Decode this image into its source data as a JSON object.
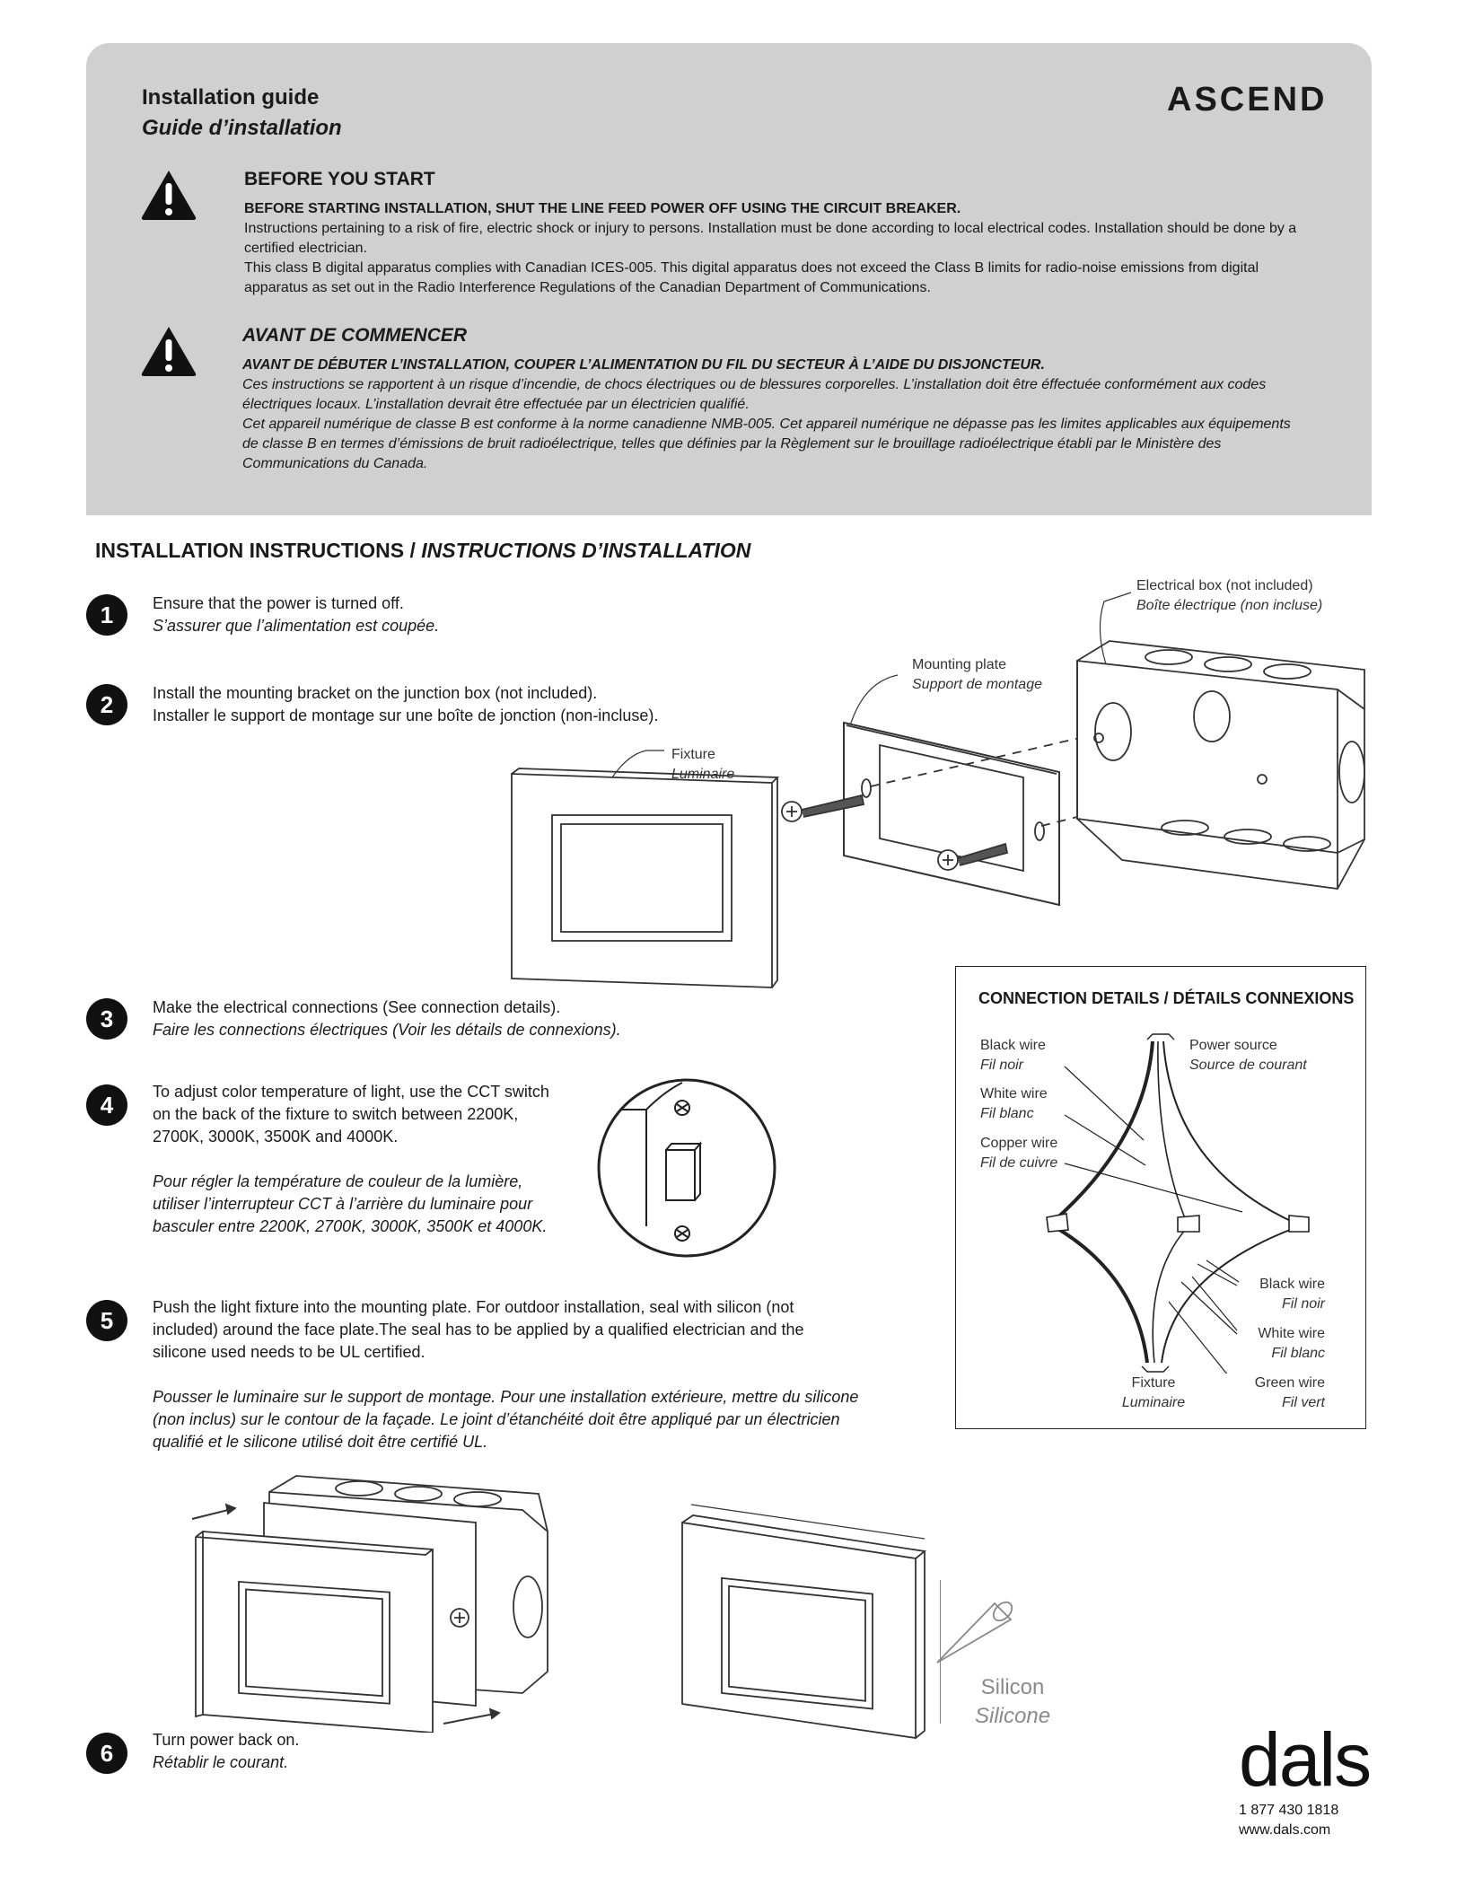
{
  "header": {
    "title": "Installation guide",
    "title_fr": "Guide d’installation",
    "brand": "ASCEND"
  },
  "before_start": {
    "heading": "BEFORE YOU START",
    "warning": "BEFORE STARTING INSTALLATION, SHUT THE LINE FEED POWER OFF USING THE CIRCUIT BREAKER.",
    "para1": "Instructions pertaining to a risk of fire, electric shock or injury to persons. Installation must be done according to local electrical codes. Installation should be done by a certified electrician.",
    "para2": "This class B digital apparatus complies with Canadian ICES-005. This digital apparatus does not exceed the Class B limits for radio-noise emissions from digital apparatus as set out in the Radio Interference Regulations of the Canadian Department of Communications."
  },
  "avant": {
    "heading": "AVANT DE COMMENCER",
    "warning": "AVANT DE DÉBUTER L’INSTALLATION, COUPER L’ALIMENTATION DU FIL DU SECTEUR À L’AIDE DU DISJONCTEUR.",
    "para1": "Ces instructions se rapportent à un risque d’incendie, de chocs électriques ou de blessures corporelles. L’installation doit être éffectuée conformément aux codes électriques locaux. L’installation devrait être effectuée par un électricien qualifié.",
    "para2": "Cet appareil numérique de classe B est conforme à la norme canadienne NMB-005. Cet appareil numérique ne dépasse pas les limites applicables aux équipements de classe B en termes d’émissions de bruit radioélectrique, telles que définies par la Règlement sur le brouillage radioélectrique établi par le Ministère des Communications du Canada."
  },
  "instructions": {
    "title_en": "INSTALLATION INSTRUCTIONS / ",
    "title_fr": "INSTRUCTIONS D’INSTALLATION",
    "steps": [
      {
        "num": "1",
        "en": "Ensure that the power is turned off.",
        "fr": "S’assurer que l’alimentation est coupée."
      },
      {
        "num": "2",
        "en": "Install the mounting bracket on the junction box (not included).",
        "fr": "Installer le support de montage sur une boîte de jonction (non-incluse)."
      },
      {
        "num": "3",
        "en": "Make the electrical connections (See connection details).",
        "fr": "Faire les connections électriques (Voir les détails de connexions)."
      },
      {
        "num": "4",
        "en": "To adjust color temperature of light, use the CCT switch on the back of the fixture to switch between 2200K, 2700K, 3000K, 3500K and 4000K.",
        "fr": "Pour régler la température de couleur de la lumière, utiliser l’interrupteur CCT à l’arrière du luminaire pour basculer entre 2200K, 2700K, 3000K, 3500K et 4000K."
      },
      {
        "num": "5",
        "en": "Push the light fixture into the mounting plate. For outdoor installation, seal with silicon (not included) around the face plate.The seal has to be applied by a qualified electrician and the silicone used needs to be UL certified.",
        "fr": "Pousser le luminaire sur le support de montage. Pour une installation extérieure, mettre du silicone (non inclus) sur le contour de la façade. Le joint d’étanchéité doit être appliqué par un électricien qualifié et le silicone utilisé doit être certifié UL."
      },
      {
        "num": "6",
        "en": "Turn power back on.",
        "fr": "Rétablir le courant."
      }
    ]
  },
  "diagram_labels": {
    "box_en": "Electrical box (not included)",
    "box_fr": "Boîte électrique (non incluse)",
    "plate_en": "Mounting plate",
    "plate_fr": "Support de montage",
    "fixture_en": "Fixture",
    "fixture_fr": "Luminaire",
    "silicon_en": "Silicon",
    "silicon_fr": "Silicone"
  },
  "connection": {
    "title": "CONNECTION DETAILS / DÉTAILS CONNEXIONS",
    "black_en": "Black wire",
    "black_fr": "Fil noir",
    "white_en": "White wire",
    "white_fr": "Fil blanc",
    "copper_en": "Copper wire",
    "copper_fr": "Fil de cuivre",
    "power_en": "Power source",
    "power_fr": "Source de courant",
    "black2_en": "Black wire",
    "black2_fr": "Fil noir",
    "white2_en": "White wire",
    "white2_fr": "Fil blanc",
    "green_en": "Green wire",
    "green_fr": "Fil vert",
    "fixture_en": "Fixture",
    "fixture_fr": "Luminaire"
  },
  "footer": {
    "logo": "dals",
    "phone": "1 877 430 1818",
    "web": "www.dals.com"
  }
}
